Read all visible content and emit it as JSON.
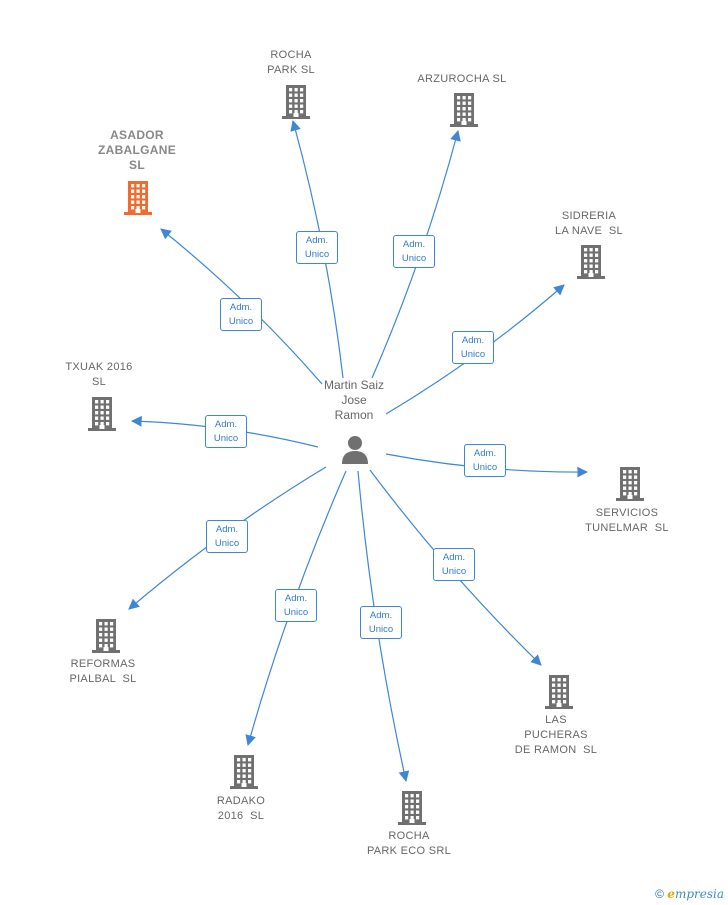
{
  "center_person": {
    "name": "Martin Saiz\nJose\nRamon"
  },
  "role_label": "Adm.\nUnico",
  "companies": [
    {
      "id": "rocha-park",
      "name": "ROCHA\nPARK SL",
      "highlight": false
    },
    {
      "id": "arzurocha",
      "name": "ARZUROCHA SL",
      "highlight": false
    },
    {
      "id": "asador",
      "name": "ASADOR\nZABALGANE\nSL",
      "highlight": true
    },
    {
      "id": "sidreria",
      "name": "SIDRERIA\nLA NAVE  SL",
      "highlight": false
    },
    {
      "id": "txuak",
      "name": "TXUAK 2016\nSL",
      "highlight": false
    },
    {
      "id": "servicios",
      "name": "SERVICIOS\nTUNELMAR  SL",
      "highlight": false
    },
    {
      "id": "reformas",
      "name": "REFORMAS\nPIALBAL  SL",
      "highlight": false
    },
    {
      "id": "pucheras",
      "name": "LAS\nPUCHERAS\nDE RAMON  SL",
      "highlight": false
    },
    {
      "id": "radako",
      "name": "RADAKO\n2016  SL",
      "highlight": false
    },
    {
      "id": "rocha-eco",
      "name": "ROCHA\nPARK ECO SRL",
      "highlight": false
    }
  ],
  "colors": {
    "edge": "#3d86d8",
    "building": "#707070",
    "building_highlight": "#f26a2e",
    "person": "#707070"
  },
  "brand": {
    "copyright": "©",
    "e": "e",
    "rest": "mpresia"
  }
}
